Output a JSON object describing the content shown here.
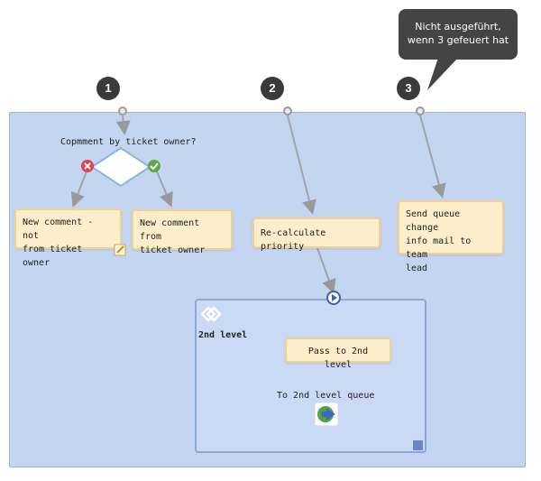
{
  "badges": [
    "1",
    "2",
    "3"
  ],
  "tooltip": {
    "line1": "Nicht ausgeführt,",
    "line2": "wenn 3 gefeuert hat"
  },
  "decision": {
    "label": "Copmment by ticket owner?"
  },
  "nodes": {
    "not_owner": {
      "line1": "New comment - not",
      "line2": "from ticket owner"
    },
    "from_owner": {
      "line1": "New comment from",
      "line2": "ticket owner"
    },
    "recalc": {
      "line1": "Re-calculate priority"
    },
    "send_mail": {
      "line1": "Send queue change",
      "line2": "info mail to team",
      "line3": "lead"
    },
    "pass_2nd": {
      "line1": "Pass to 2nd level"
    }
  },
  "subprocess": {
    "title": "2nd level",
    "end_label": "To 2nd level queue"
  },
  "colors": {
    "canvas": "#c3d5f0",
    "node_fill": "#fdeecb",
    "node_border": "#f1d094",
    "connector": "#999999",
    "cancel": "#e0454b",
    "ok": "#5aab45"
  }
}
